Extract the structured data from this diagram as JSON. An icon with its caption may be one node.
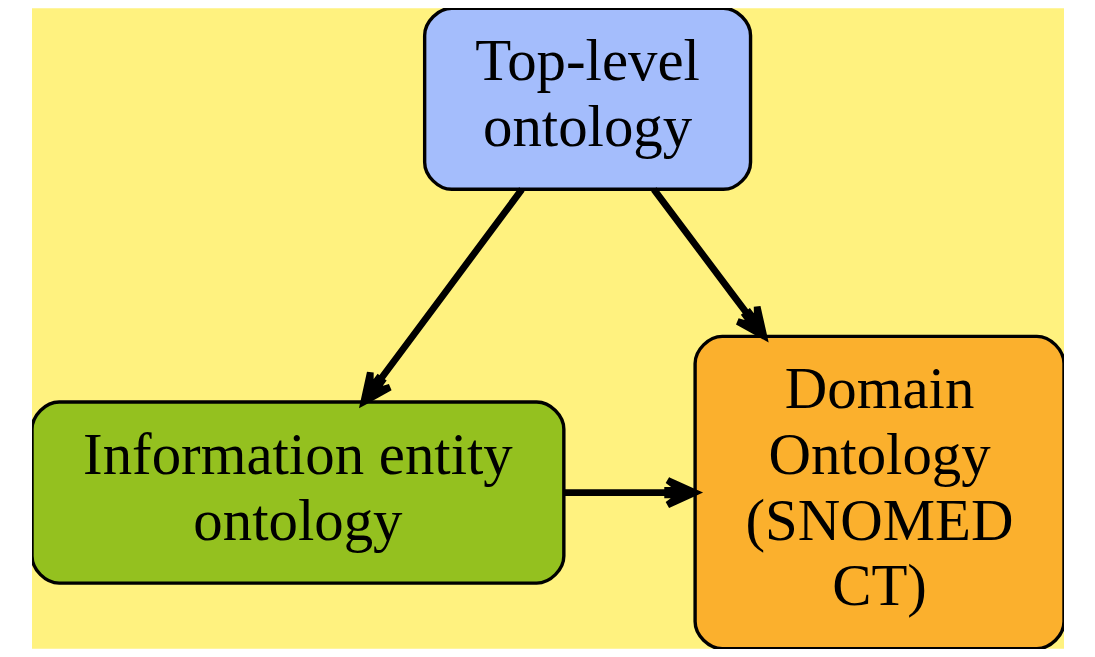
{
  "diagram": {
    "nodes": [
      {
        "text": [
          "Top-level ontology"
        ]
      },
      {
        "text": [
          "Information entity ontology"
        ]
      },
      {
        "text": [
          "Domain Ontology (SNOMED CT)"
        ]
      }
    ],
    "edges": [
      {
        "from": 0,
        "to": 1,
        "arrow": "to"
      },
      {
        "from": 0,
        "to": 2,
        "arrow": "to"
      },
      {
        "from": 1,
        "to": 2,
        "arrow": "to"
      }
    ]
  }
}
